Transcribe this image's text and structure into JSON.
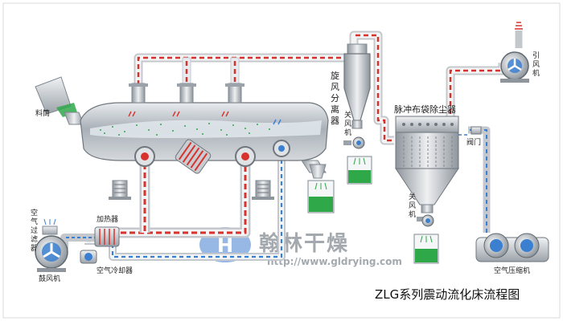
{
  "title": "ZLG系列震动流化床流程图",
  "labels": {
    "hopper": "料筒",
    "air_filter_1": "空",
    "air_filter_2": "气",
    "air_filter_3": "过",
    "air_filter_4": "滤",
    "air_filter_5": "器",
    "blower": "鼓风机",
    "heater": "加热器",
    "air_cooler": "空气冷却器",
    "cyclone_1": "旋",
    "cyclone_2": "风",
    "cyclone_3": "分",
    "cyclone_4": "离",
    "cyclone_5": "器",
    "airlock_a1": "关",
    "airlock_a2": "风",
    "airlock_a3": "机",
    "bag_filter": "脉冲布袋除尘器",
    "valve": "阀门",
    "airlock_b1": "关",
    "airlock_b2": "风",
    "airlock_b3": "机",
    "fan_1": "引",
    "fan_2": "风",
    "fan_3": "机",
    "compressor": "空气压缩机"
  },
  "watermark": {
    "name": "翰林干燥",
    "url": "http://www.gldrying.com"
  },
  "colors": {
    "hot_air": "#d8322e",
    "cool_air": "#3b7fd0",
    "pipe": "#c4c8cc",
    "product": "#2fa84a",
    "equipment": "#b9bec4"
  }
}
